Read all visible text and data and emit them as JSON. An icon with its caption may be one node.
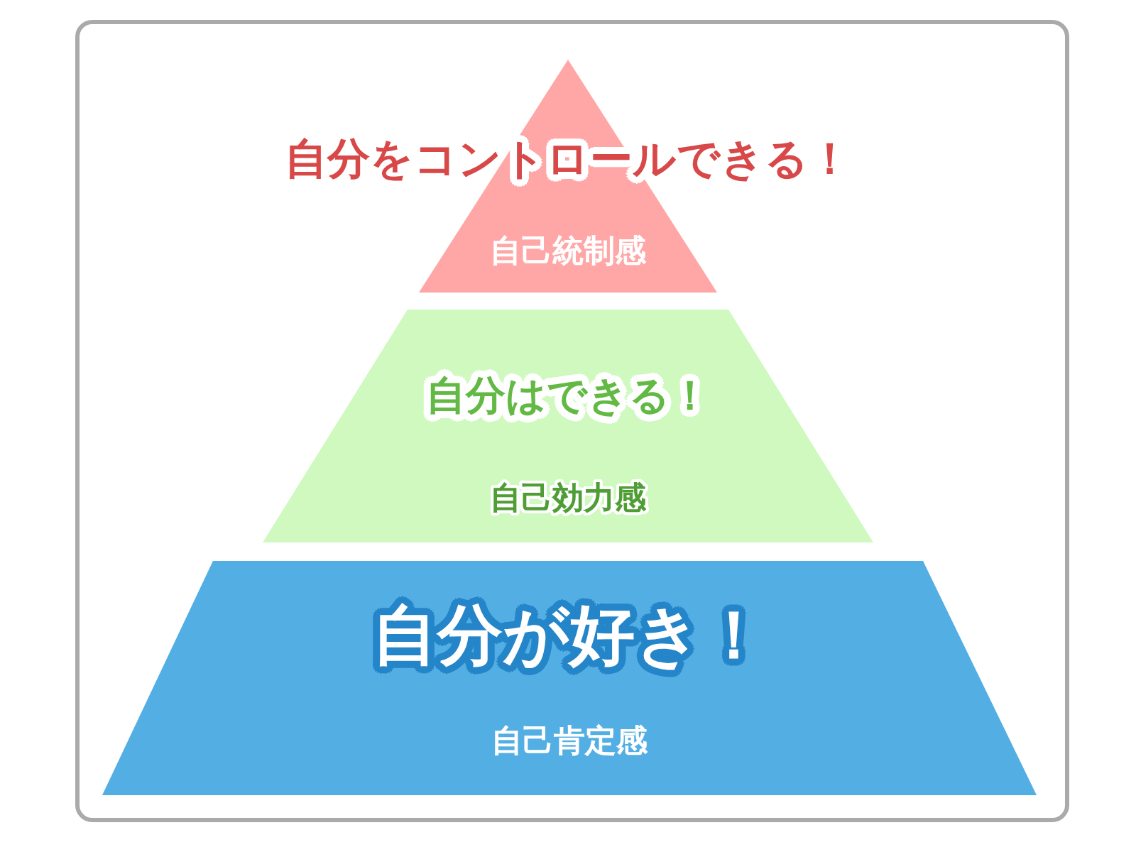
{
  "diagram": {
    "nodes": [
      {
        "text": [
          "自分をコントロールできる！",
          "自己統制感"
        ]
      },
      {
        "text": [
          "自分はできる！",
          "自己効力感"
        ]
      },
      {
        "text": [
          "自分が好き！",
          "自己肯定感"
        ]
      }
    ]
  }
}
